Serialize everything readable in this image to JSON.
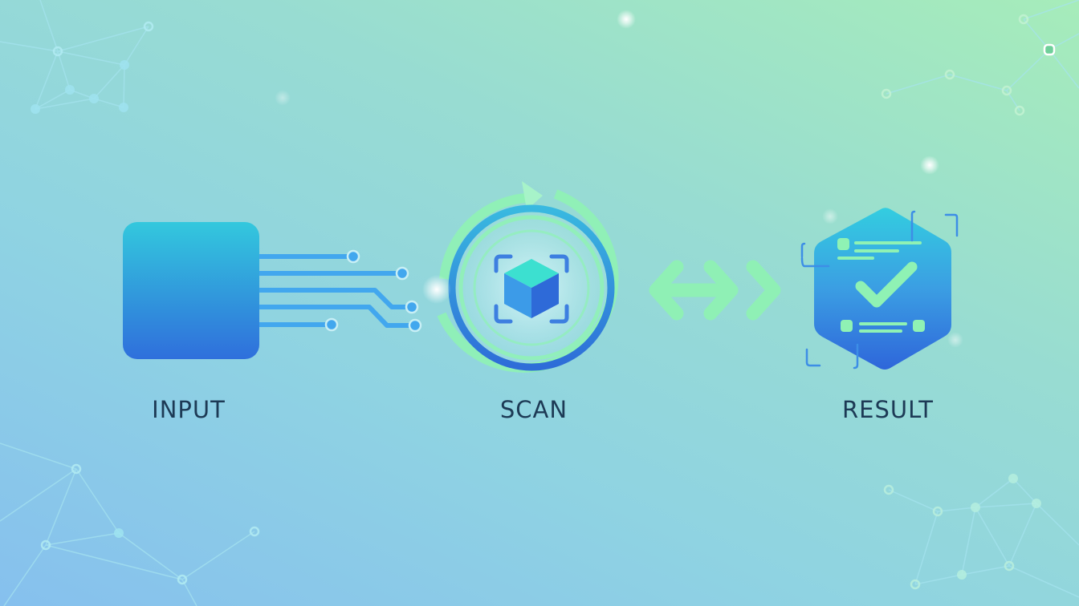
{
  "diagram": {
    "type": "process-flow",
    "stages": [
      {
        "id": "input",
        "label": "INPUT",
        "icon": "chip-square-icon"
      },
      {
        "id": "scan",
        "label": "SCAN",
        "icon": "cube-scan-ring-icon"
      },
      {
        "id": "result",
        "label": "RESULT",
        "icon": "hexagon-checkmark-document-icon"
      }
    ],
    "connectors": [
      {
        "from": "input",
        "to": "scan",
        "style": "circuit-traces",
        "count": 5
      },
      {
        "from": "scan",
        "to": "result",
        "style": "bidirectional-arrow-chevron"
      }
    ]
  },
  "colors": {
    "bg_start": "#86c0ee",
    "bg_end": "#a6ecba",
    "blue_dark": "#2f6fdc",
    "blue_light": "#33c8dd",
    "trace_blue": "#42a7ee",
    "mint": "#8ff2b4",
    "label_text": "#1d3a55"
  }
}
